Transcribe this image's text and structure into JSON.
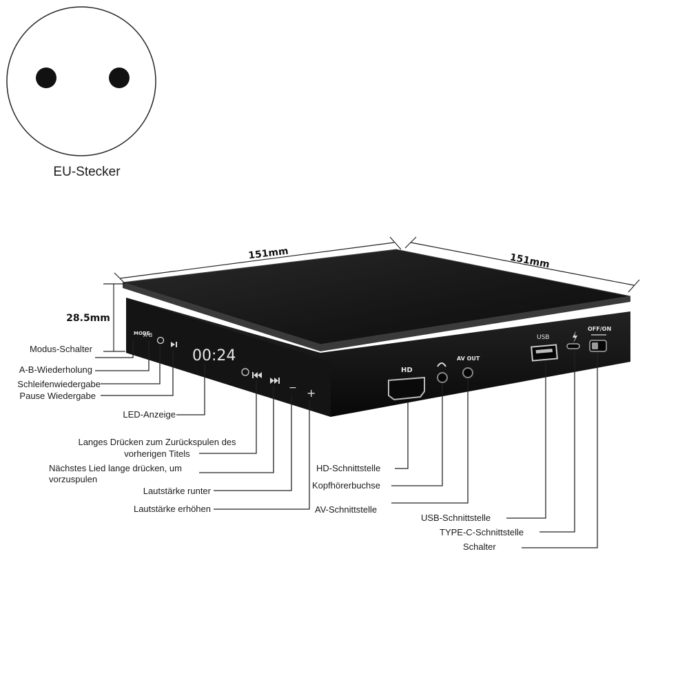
{
  "plug": {
    "title": "EU-Stecker"
  },
  "dimensions": {
    "width": "151mm",
    "depth": "151mm",
    "height": "28.5mm"
  },
  "device_markings": {
    "mode": "MODE",
    "ab": "A-B",
    "display": "00:24",
    "hd": "HD",
    "av_out": "AV OUT",
    "usb": "USB",
    "off_on": "OFF/ON",
    "minus": "−",
    "plus": "+"
  },
  "labels": {
    "mode_switch": "Modus-Schalter",
    "ab_repeat": "A-B-Wiederholung",
    "loop_play": "Schleifenwiedergabe",
    "pause_play": "Pause Wiedergabe",
    "led_display": "LED-Anzeige",
    "rewind_line1": "Langes Drücken zum Zurückspulen des",
    "rewind_line2": "vorherigen Titels",
    "next_line1": "Nächstes Lied lange drücken, um",
    "next_line2": "vorzuspulen",
    "volume_down": "Lautstärke runter",
    "volume_up": "Lautstärke erhöhen",
    "hd_interface": "HD-Schnittstelle",
    "headphone_jack": "Kopfhörerbuchse",
    "av_interface": "AV-Schnittstelle",
    "usb_interface": "USB-Schnittstelle",
    "typec_interface": "TYPE-C-Schnittstelle",
    "power_switch": "Schalter"
  }
}
